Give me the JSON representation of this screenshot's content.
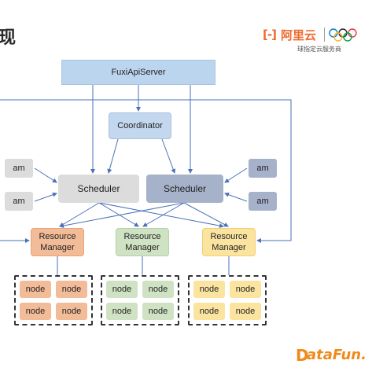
{
  "slide": {
    "title": "现"
  },
  "logo": {
    "mark": "[-]",
    "brand": "阿里云",
    "tagline": "球指定云服务商"
  },
  "diagram": {
    "api_server": "FuxiApiServer",
    "coordinator": "Coordinator",
    "schedulers": [
      "Scheduler",
      "Scheduler"
    ],
    "am_left": [
      "am",
      "am"
    ],
    "am_right": [
      "am",
      "am"
    ],
    "resource_managers": [
      {
        "line1": "Resource",
        "line2": "Manager",
        "color": "#f3bc98"
      },
      {
        "line1": "Resource",
        "line2": "Manager",
        "color": "#cfe3c4"
      },
      {
        "line1": "Resource",
        "line2": "Manager",
        "color": "#fbe4a0"
      }
    ],
    "node_label": "node"
  },
  "footer": {
    "brand_mark": "D",
    "brand_text": "ataFun."
  },
  "colors": {
    "connector": "#4a72b8",
    "orange": "#f3bc98",
    "green": "#cfe3c4",
    "yellow": "#fbe4a0",
    "scheduler_grey": "#dcdcdc",
    "scheduler_blue": "#a6b2c9"
  }
}
